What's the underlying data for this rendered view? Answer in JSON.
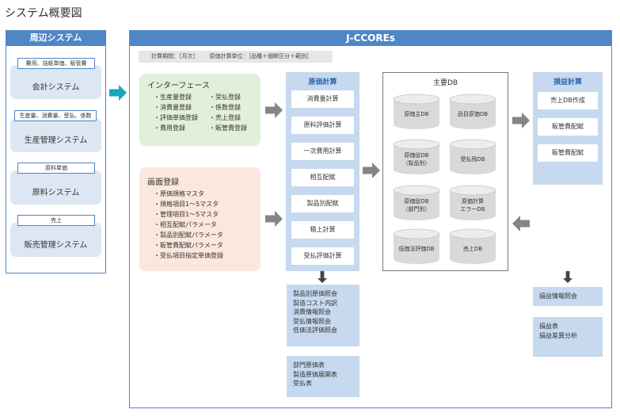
{
  "page_title": "システム概要図",
  "left_panel": {
    "header": "周辺システム",
    "systems": [
      {
        "tag": "費用、詰紙単価、販管費",
        "label": "会計システム"
      },
      {
        "tag": "生産量、消費量、受払、係数",
        "label": "生産管理システム"
      },
      {
        "tag": "原料単価",
        "label": "原料システム"
      },
      {
        "tag": "売上",
        "label": "販売管理システム"
      }
    ]
  },
  "main_panel": {
    "header": "J-CCOREs",
    "info": [
      "計算期間：［月次］",
      "原価計算単位：［品種＋細断区分＋範別］"
    ],
    "interface": {
      "title": "インターフェース",
      "col1": [
        "・生産量登録",
        "・消費量登録",
        "・評価単価登録",
        "・費用登録"
      ],
      "col2": [
        "・受払登録",
        "・係数登録",
        "・売上登録",
        "・販管費登録"
      ]
    },
    "screen": {
      "title": "画面登録",
      "items": [
        "・原価規格マスタ",
        "・規格項目1〜5マスタ",
        "・管理項目1〜5マスタ",
        "・相互配賦パラメータ",
        "・製品別配賦パラメータ",
        "・販管費配賦パラメータ",
        "・受払項目指定単価登録"
      ]
    },
    "cost_calc": {
      "title": "原価計算",
      "steps": [
        "消費量計算",
        "原料評価計算",
        "一次費用計算",
        "相互配賦",
        "製品別配賦",
        "積上計算",
        "受払評価計算"
      ]
    },
    "cost_outputs": {
      "inquiry": [
        "製品別原価照会",
        "製造コスト内訳",
        "消費情報照会",
        "受払情報照会",
        "低価法評価照会"
      ],
      "reports": [
        "部門原価表",
        "製造原価展開表",
        "受払表"
      ]
    },
    "main_db": {
      "title": "主要DB",
      "items": [
        [
          "原価主DB"
        ],
        [
          "品目原価DB"
        ],
        [
          "原価従DB",
          "（製品別）"
        ],
        [
          "受払残DB"
        ],
        [
          "原価従DB",
          "（部門別）"
        ],
        [
          "原価計算",
          "エラーDB"
        ],
        [
          "低価法評価DB"
        ],
        [
          "売上DB"
        ]
      ]
    },
    "profit_calc": {
      "title": "損益計算",
      "steps": [
        "売上DB作成",
        "販管費配賦",
        "販管費配賦"
      ]
    },
    "profit_outputs": {
      "inquiry": [
        "損益情報照会"
      ],
      "reports": [
        "損益表",
        "損益差異分析"
      ]
    }
  },
  "colors": {
    "header_blue": "#4f86c6",
    "light_blue": "#c6d9ef",
    "teal_arrow": "#17a6b8",
    "gray_arrow": "#858585",
    "green_box": "#e2efd9",
    "peach_box": "#fbe7dd",
    "cylinder": "#d9d9d9"
  }
}
